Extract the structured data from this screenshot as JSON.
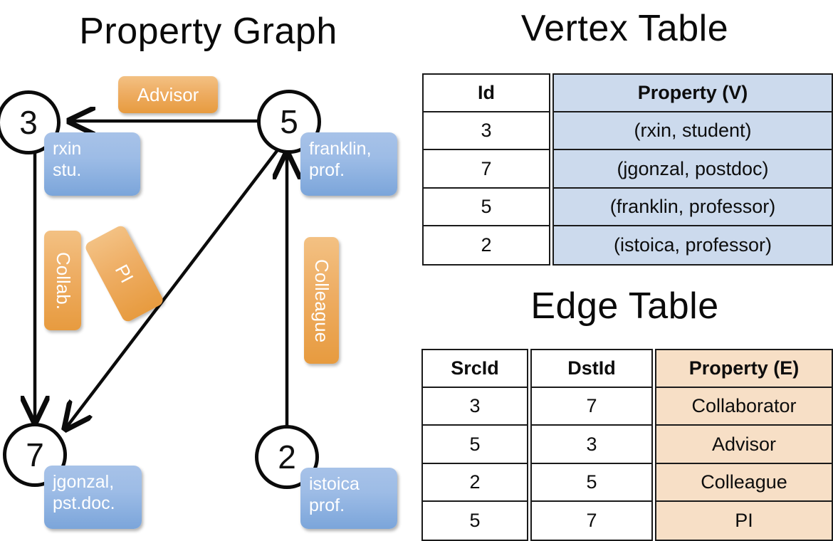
{
  "titles": {
    "graph": "Property Graph",
    "vertex_table": "Vertex Table",
    "edge_table": "Edge Table"
  },
  "colors": {
    "vertex_property_fill": "#ccdaed",
    "edge_property_fill": "#f7dfc6",
    "node_property_box": "#9dbce6",
    "edge_label_box": "#eead63",
    "stroke": "#0b0b0b",
    "background": "#ffffff"
  },
  "graph": {
    "nodes": [
      {
        "id": "3",
        "property_lines": [
          "rxin",
          "stu."
        ]
      },
      {
        "id": "5",
        "property_lines": [
          "franklin,",
          "prof."
        ]
      },
      {
        "id": "7",
        "property_lines": [
          "jgonzal,",
          "pst.doc."
        ]
      },
      {
        "id": "2",
        "property_lines": [
          "istoica",
          "prof."
        ]
      }
    ],
    "edge_labels": [
      {
        "text": "Advisor",
        "orientation": "horizontal",
        "edge": "5->3"
      },
      {
        "text": "Collab.",
        "orientation": "vertical",
        "edge": "3->7"
      },
      {
        "text": "PI",
        "orientation": "rotated",
        "edge": "5->7"
      },
      {
        "text": "Colleague",
        "orientation": "vertical",
        "edge": "2->5"
      }
    ]
  },
  "vertex_table": {
    "headers": [
      "Id",
      "Property (V)"
    ],
    "rows": [
      {
        "id": "3",
        "property": "(rxin, student)"
      },
      {
        "id": "7",
        "property": "(jgonzal, postdoc)"
      },
      {
        "id": "5",
        "property": "(franklin, professor)"
      },
      {
        "id": "2",
        "property": "(istoica, professor)"
      }
    ]
  },
  "edge_table": {
    "headers": [
      "SrcId",
      "DstId",
      "Property (E)"
    ],
    "rows": [
      {
        "src": "3",
        "dst": "7",
        "property": "Collaborator"
      },
      {
        "src": "5",
        "dst": "3",
        "property": "Advisor"
      },
      {
        "src": "2",
        "dst": "5",
        "property": "Colleague"
      },
      {
        "src": "5",
        "dst": "7",
        "property": "PI"
      }
    ]
  }
}
